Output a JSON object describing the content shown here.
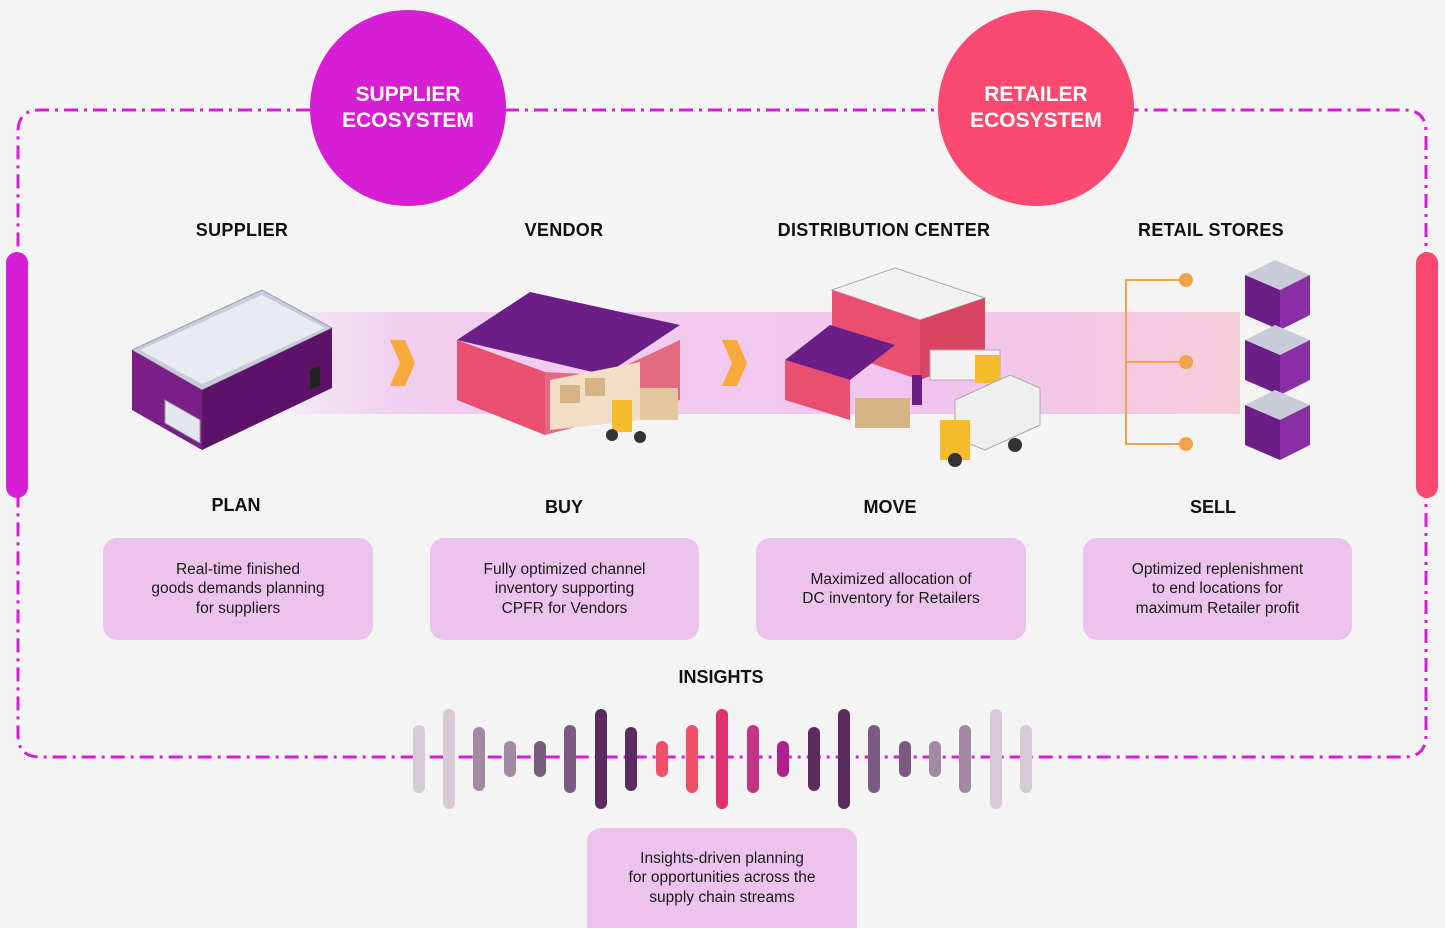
{
  "colors": {
    "supplier_circle": "#d61fd3",
    "retailer_circle": "#fb4a70",
    "dash_frame": "#d61fd3",
    "card_fill": "#ecc3ed",
    "chevron": "#f7a93b",
    "connector": "#f2a24a",
    "left_bar": "#d61fd3",
    "right_bar": "#fb4a70",
    "flow_band": "#f0b8ee"
  },
  "ecosystems": {
    "supplier": "SUPPLIER\nECOSYSTEM",
    "retailer": "RETAILER\nECOSYSTEM"
  },
  "stages": [
    {
      "title": "SUPPLIER",
      "verb": "PLAN",
      "description": "Real-time finished\ngoods demands planning\nfor suppliers"
    },
    {
      "title": "VENDOR",
      "verb": "BUY",
      "description": "Fully optimized channel\ninventory supporting\nCPFR for Vendors"
    },
    {
      "title": "DISTRIBUTION CENTER",
      "verb": "MOVE",
      "description": "Maximized allocation of\nDC inventory for Retailers"
    },
    {
      "title": "RETAIL STORES",
      "verb": "SELL",
      "description": "Optimized replenishment\nto end locations for\nmaximum Retailer profit"
    }
  ],
  "insights": {
    "title": "INSIGHTS",
    "description": "Insights-driven planning\nfor opportunities across the\nsupply chain streams"
  },
  "icons": [
    "supplier-building-icon",
    "chevron-right-icon",
    "vendor-warehouse-forklift-icon",
    "distribution-center-trucks-icon",
    "retail-store-building-icon",
    "insights-waveform-icon"
  ]
}
